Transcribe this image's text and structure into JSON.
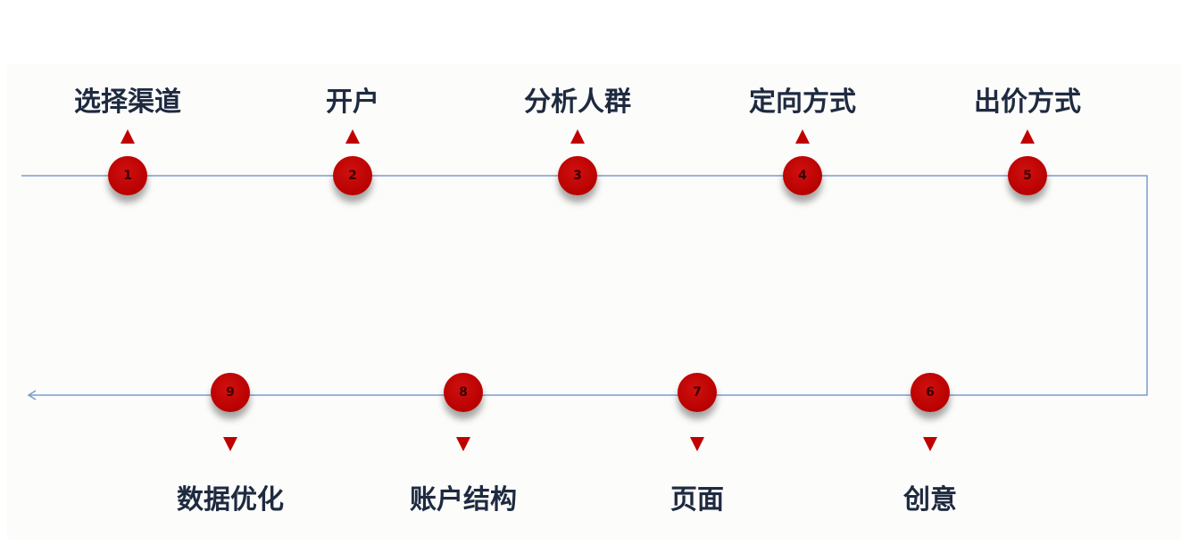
{
  "colors": {
    "line": "#7b9bd1",
    "node": "#c00000",
    "text": "#1e2a40"
  },
  "steps": [
    {
      "num": "1",
      "label": "选择渠道"
    },
    {
      "num": "2",
      "label": "开户"
    },
    {
      "num": "3",
      "label": "分析人群"
    },
    {
      "num": "4",
      "label": "定向方式"
    },
    {
      "num": "5",
      "label": "出价方式"
    },
    {
      "num": "6",
      "label": "创意"
    },
    {
      "num": "7",
      "label": "页面"
    },
    {
      "num": "8",
      "label": "账户结构"
    },
    {
      "num": "9",
      "label": "数据优化"
    }
  ]
}
